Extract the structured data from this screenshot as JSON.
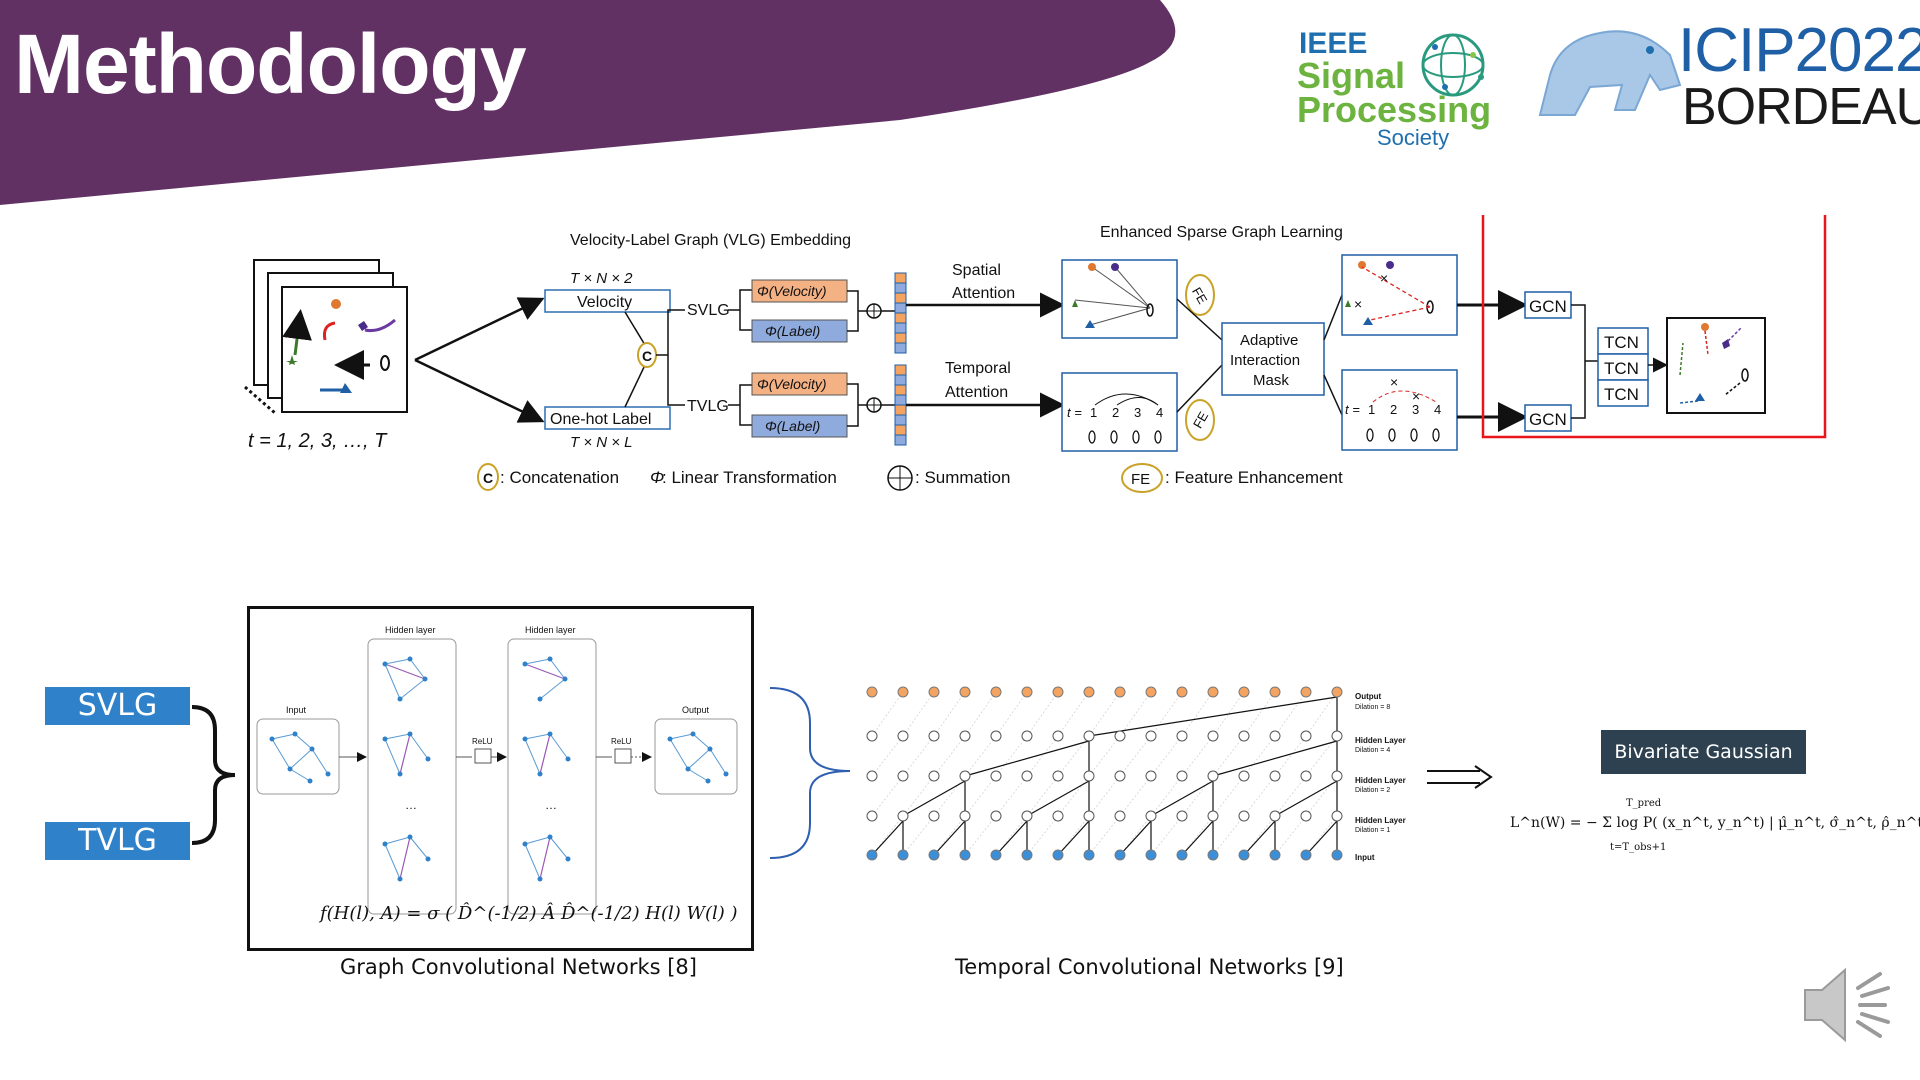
{
  "slide": {
    "title": "Methodology"
  },
  "logos": {
    "ieee_line1": "IEEE",
    "ieee_line2": "Signal",
    "ieee_line3": "Processing",
    "ieee_line4": "Society",
    "icip_line1": "ICIP2022",
    "icip_line2": "BORDEAUX"
  },
  "pipeline": {
    "vlg_title": "Velocity-Label Graph (VLG) Embedding",
    "esgl_title": "Enhanced Sparse Graph Learning",
    "time_label": "t = 1, 2, 3, …, T",
    "velocity_dim": "T × N × 2",
    "velocity": "Velocity",
    "onehot": "One-hot Label",
    "onehot_dim": "T × N × L",
    "concat_symbol": "C",
    "svlg": "SVLG",
    "tvlg": "TVLG",
    "phi_velocity": "Φ(Velocity)",
    "phi_label": "Φ(Label)",
    "spatial_attention_1": "Spatial",
    "spatial_attention_2": "Attention",
    "temporal_attention_1": "Temporal",
    "temporal_attention_2": "Attention",
    "fe": "FE",
    "aim_1": "Adaptive",
    "aim_2": "Interaction",
    "aim_3": "Mask",
    "gcn": "GCN",
    "tcn": "TCN",
    "seq_t": "t =",
    "seq_1": "1",
    "seq_2": "2",
    "seq_3": "3",
    "seq_4": "4",
    "legend_c": ": Concatenation",
    "legend_phi_symbol": "Φ",
    "legend_phi": ": Linear Transformation",
    "legend_sum": ": Summation",
    "legend_fe": ": Feature Enhancement"
  },
  "gcn_figure": {
    "input": "Input",
    "hidden1": "Hidden layer",
    "hidden2": "Hidden layer",
    "relu1": "ReLU",
    "relu2": "ReLU",
    "output": "Output",
    "dots": "…",
    "formula": "f(H(l), A) = σ ( D̂^(-1/2) Â D̂^(-1/2) H(l) W(l) )",
    "caption": "Graph Convolutional Networks [8]"
  },
  "inputs": {
    "svlg": "SVLG",
    "tvlg": "TVLG"
  },
  "tcn_figure": {
    "output": "Output",
    "output_dilation": "Dilation = 8",
    "hidden4": "Hidden Layer",
    "hidden4_dilation": "Dilation = 4",
    "hidden2": "Hidden Layer",
    "hidden2_dilation": "Dilation = 2",
    "hidden1": "Hidden Layer",
    "hidden1_dilation": "Dilation = 1",
    "input": "Input",
    "caption": "Temporal Convolutional Networks [9]"
  },
  "gaussian": {
    "label": "Bivariate Gaussian",
    "loss": "L^n(W) = − Σ log P( (x_n^t, y_n^t) | μ̂_n^t, σ̂_n^t, ρ̂_n^t )",
    "sum_top": "T_pred",
    "sum_bottom": "t=T_obs+1"
  },
  "colors": {
    "banner": "#623164",
    "highlight_box": "#e8151b",
    "label_blue": "#2f82c9",
    "phi_orange": "#f4b183",
    "phi_blue": "#8faadc",
    "fe_gold": "#c9a227",
    "tcn_orange": "#f4a460",
    "tcn_blue": "#3b8fd9"
  },
  "icons": {
    "speaker": "speaker-icon"
  }
}
